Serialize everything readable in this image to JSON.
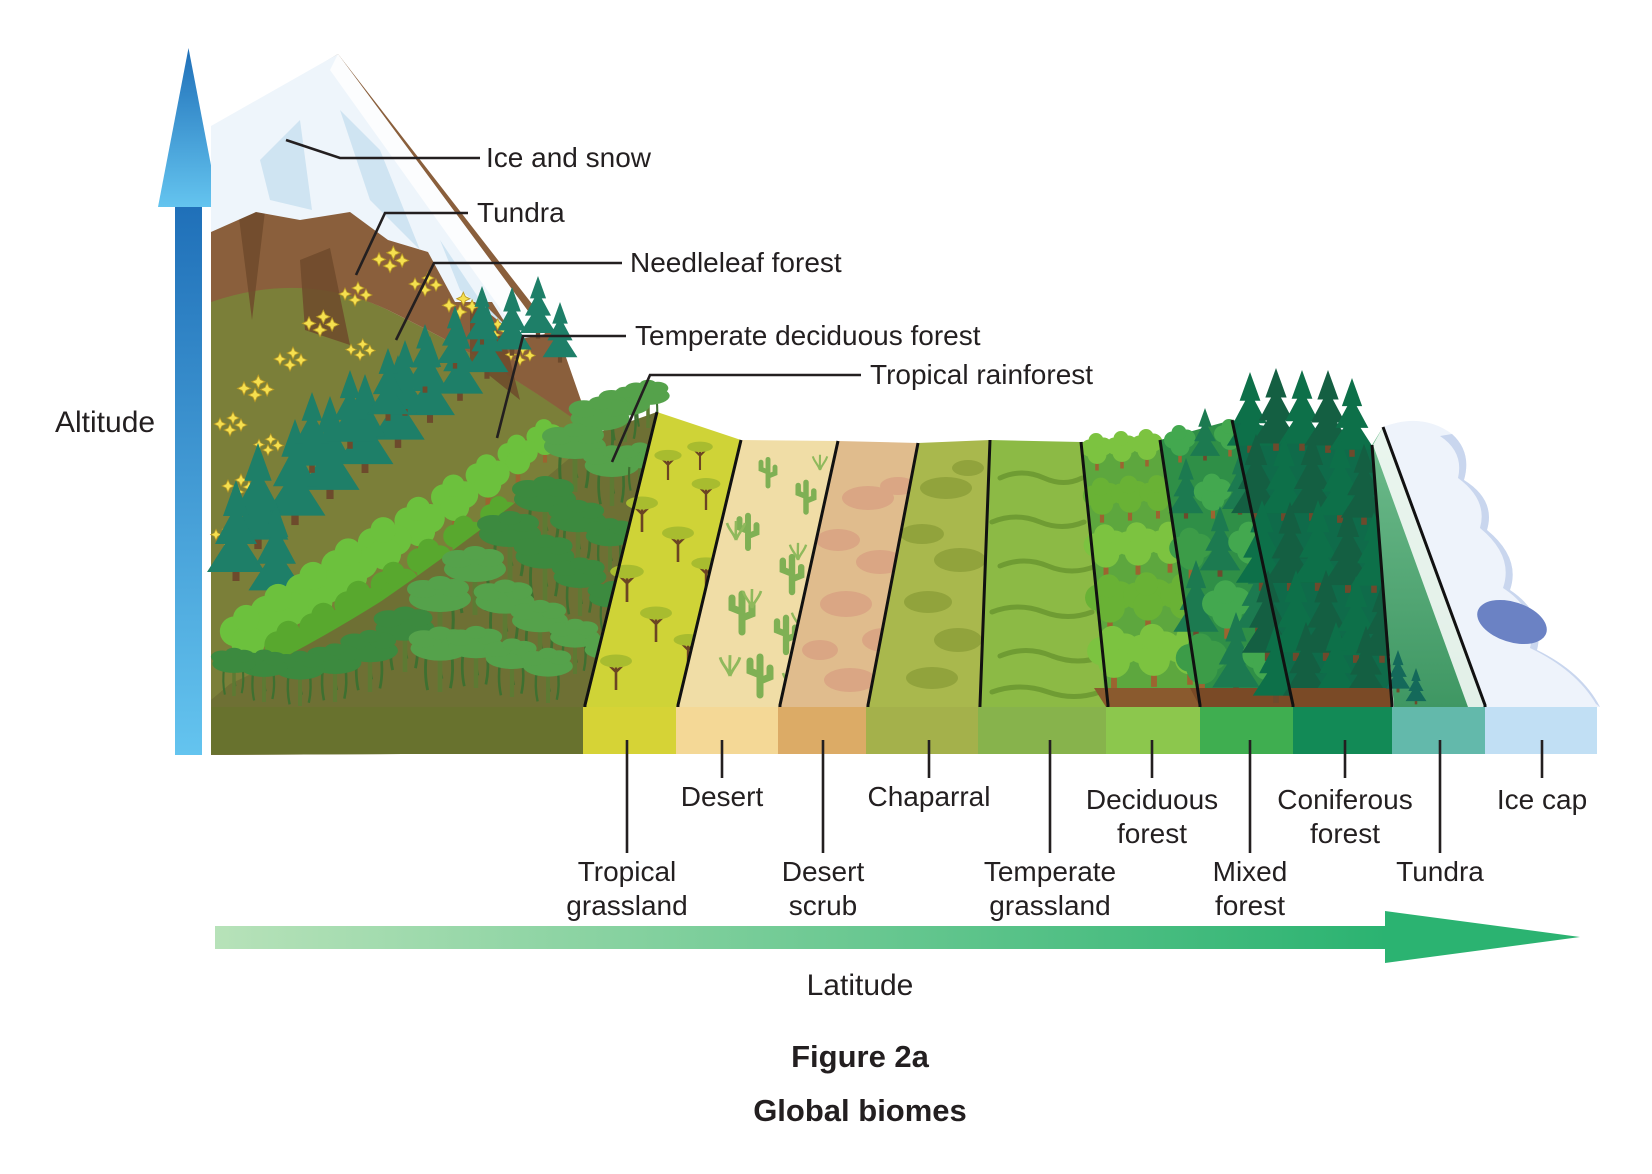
{
  "figure": {
    "number": "Figure 2a",
    "title": "Global biomes"
  },
  "axes": {
    "vertical_label": "Altitude",
    "horizontal_label": "Latitude"
  },
  "altitude_labels": [
    {
      "text": "Ice and snow"
    },
    {
      "text": "Tundra"
    },
    {
      "text": "Needleleaf forest"
    },
    {
      "text": "Temperate deciduous forest"
    },
    {
      "text": "Tropical rainforest"
    }
  ],
  "latitude_biomes": [
    {
      "name": "Tropical grassland",
      "lines": [
        "Tropical",
        "grassland"
      ],
      "band_color": "#d6d336"
    },
    {
      "name": "Desert",
      "lines": [
        "Desert"
      ],
      "band_color": "#f4d896"
    },
    {
      "name": "Desert scrub",
      "lines": [
        "Desert",
        "scrub"
      ],
      "band_color": "#dcab66"
    },
    {
      "name": "Chaparral",
      "lines": [
        "Chaparral"
      ],
      "band_color": "#a4b14b"
    },
    {
      "name": "Temperate grassland",
      "lines": [
        "Temperate",
        "grassland"
      ],
      "band_color": "#87b34c"
    },
    {
      "name": "Deciduous forest",
      "lines": [
        "Deciduous",
        "forest"
      ],
      "band_color": "#8cc74d"
    },
    {
      "name": "Mixed forest",
      "lines": [
        "Mixed",
        "forest"
      ],
      "band_color": "#3fae50"
    },
    {
      "name": "Coniferous forest",
      "lines": [
        "Coniferous",
        "forest"
      ],
      "band_color": "#128a56"
    },
    {
      "name": "Tundra",
      "lines": [
        "Tundra"
      ],
      "band_color": "#63b9ab"
    },
    {
      "name": "Ice cap",
      "lines": [
        "Ice cap"
      ],
      "band_color": "#c1dff4"
    }
  ],
  "colors": {
    "rainforest_band": "#68722e",
    "altitude_arrow_top": "#1f6fb8",
    "altitude_arrow_bottom": "#64c4ef",
    "latitude_arrow_start": "#b7e2b9",
    "latitude_arrow_end": "#2bb371",
    "label_text": "#231f20",
    "mountain_rock": "#8a5f3c",
    "snow": "#eef5fb",
    "slope_green": "#7b7f39"
  }
}
